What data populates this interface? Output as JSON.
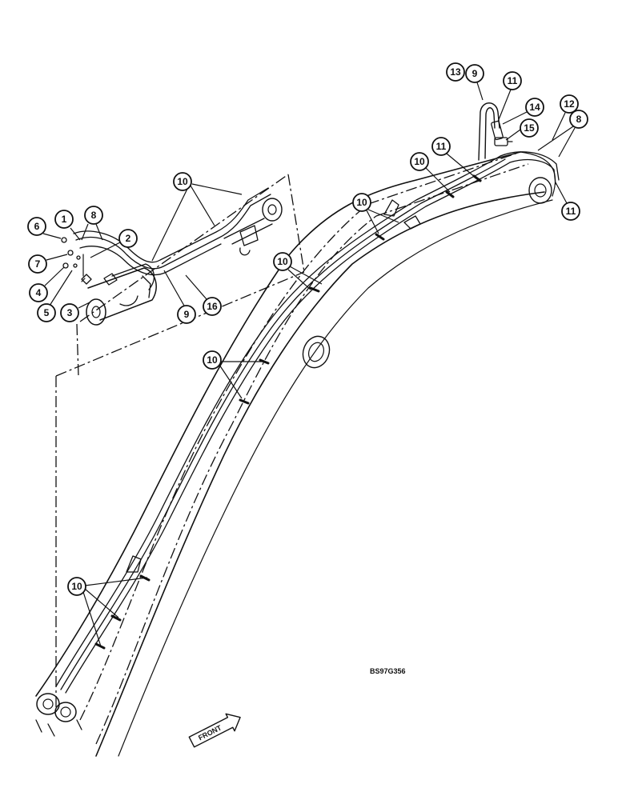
{
  "diagram": {
    "drawing_code": "BS97G356",
    "direction_label": "FRONT",
    "callouts": [
      {
        "label": "1"
      },
      {
        "label": "2"
      },
      {
        "label": "3"
      },
      {
        "label": "4"
      },
      {
        "label": "5"
      },
      {
        "label": "6"
      },
      {
        "label": "7"
      },
      {
        "label": "8"
      },
      {
        "label": "9"
      },
      {
        "label": "16"
      },
      {
        "label": "10"
      },
      {
        "label": "10"
      },
      {
        "label": "10"
      },
      {
        "label": "10"
      },
      {
        "label": "10"
      },
      {
        "label": "10"
      },
      {
        "label": "11"
      },
      {
        "label": "13"
      },
      {
        "label": "9"
      },
      {
        "label": "11"
      },
      {
        "label": "14"
      },
      {
        "label": "15"
      },
      {
        "label": "12"
      },
      {
        "label": "8"
      },
      {
        "label": "11"
      }
    ]
  }
}
